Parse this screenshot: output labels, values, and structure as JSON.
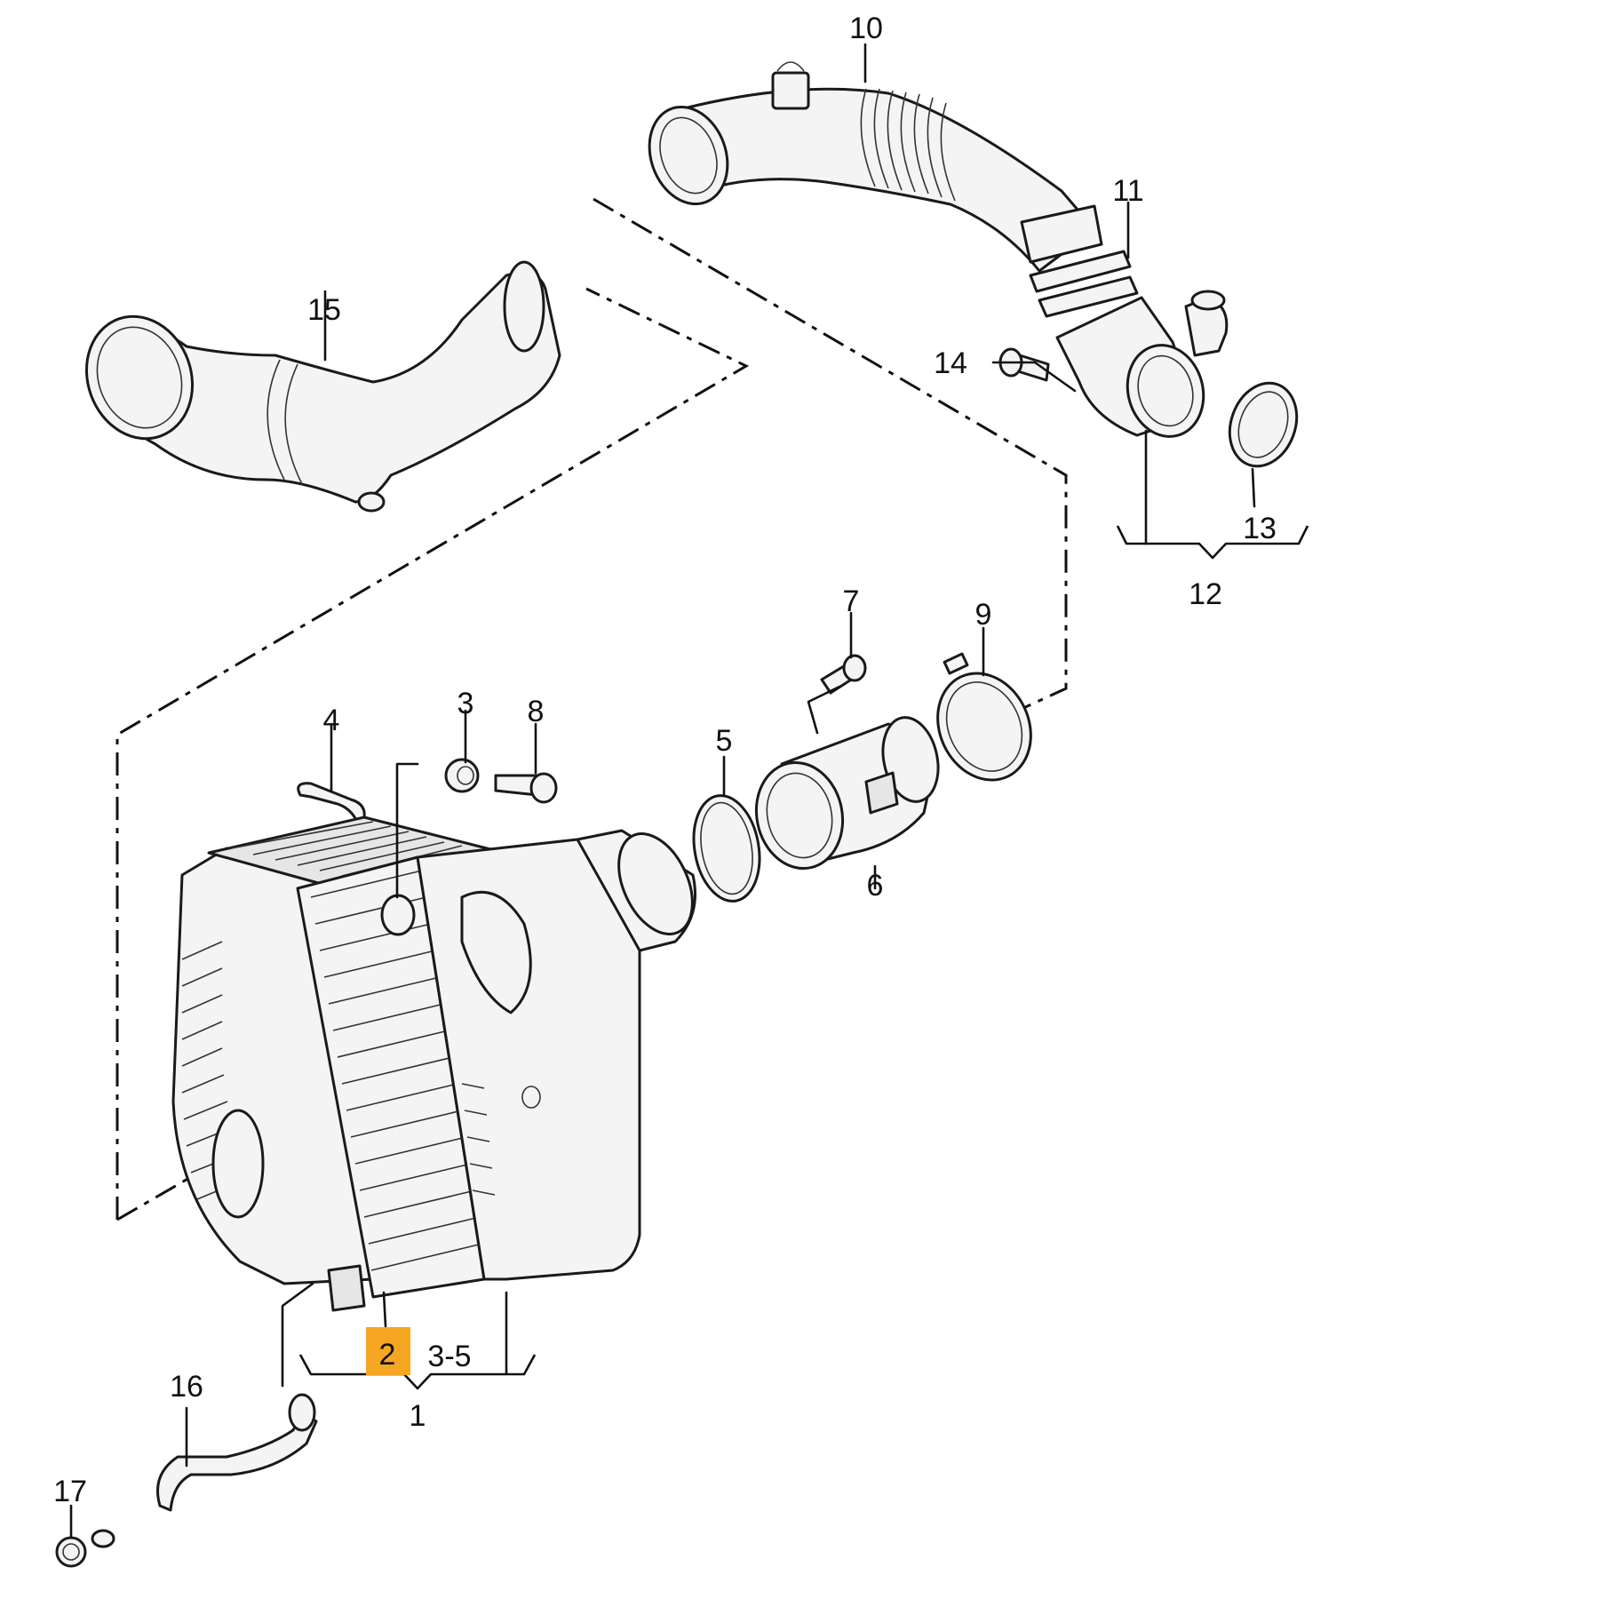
{
  "highlight_color": "#f5a623",
  "highlighted_callout": "2",
  "callouts": {
    "c1": "1",
    "c2": "2",
    "c3": "3",
    "c3_5": "3-5",
    "c4": "4",
    "c5": "5",
    "c6": "6",
    "c7": "7",
    "c8": "8",
    "c9": "9",
    "c10": "10",
    "c11": "11",
    "c12": "12",
    "c13": "13",
    "c14": "14",
    "c15": "15",
    "c16": "16",
    "c17": "17"
  }
}
